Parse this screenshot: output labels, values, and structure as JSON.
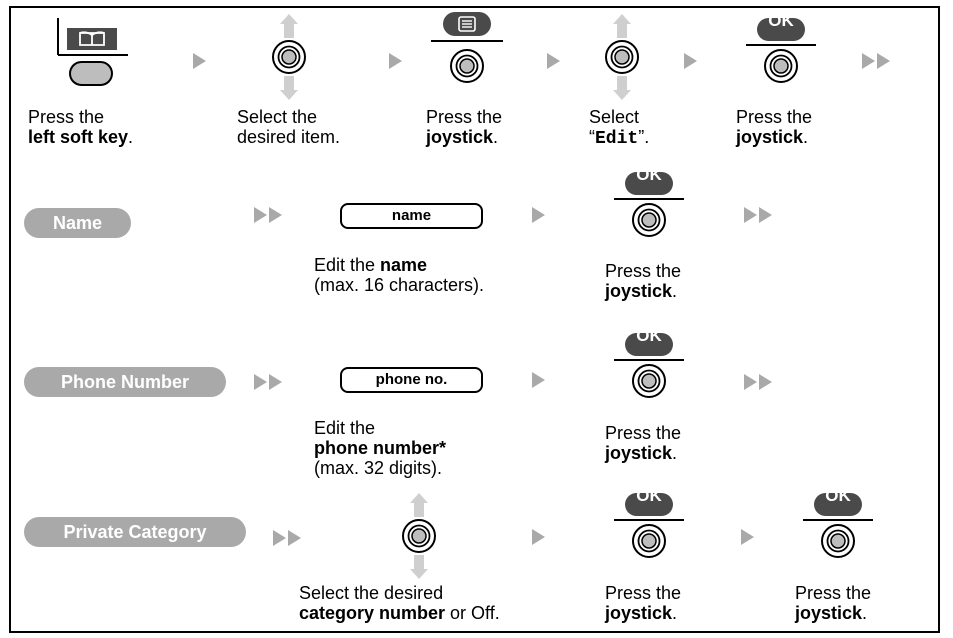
{
  "row1": {
    "step1": {
      "line1": "Press the",
      "bold": "left soft key",
      "suffix": "."
    },
    "step2": {
      "line1": "Select the",
      "line2": "desired item."
    },
    "step3": {
      "line1": "Press the",
      "bold": "joystick",
      "suffix": "."
    },
    "step4": {
      "line1": "Select",
      "open_quote": "“",
      "code": "Edit",
      "close": "”."
    },
    "step5": {
      "line1": "Press the",
      "bold": "joystick",
      "suffix": "."
    }
  },
  "ok_label": "OK",
  "name_row": {
    "pill": "Name",
    "field": "name",
    "edit_line1_prefix": "Edit the ",
    "edit_bold": "name",
    "edit_line2": "(max. 16 characters).",
    "press_line1": "Press the",
    "press_bold": "joystick",
    "press_suffix": "."
  },
  "phone_row": {
    "pill": "Phone Number",
    "field": "phone no.",
    "edit_line1": "Edit the",
    "edit_bold": "phone number*",
    "edit_line3": "(max. 32 digits).",
    "press_line1": "Press the",
    "press_bold": "joystick",
    "press_suffix": "."
  },
  "category_row": {
    "pill": "Private Category",
    "select_line1": "Select the desired",
    "select_bold": "category number",
    "select_suffix": " or Off.",
    "press1_line1": "Press the",
    "press1_bold": "joystick",
    "press1_suffix": ".",
    "press2_line1": "Press the",
    "press2_bold": "joystick",
    "press2_suffix": "."
  }
}
